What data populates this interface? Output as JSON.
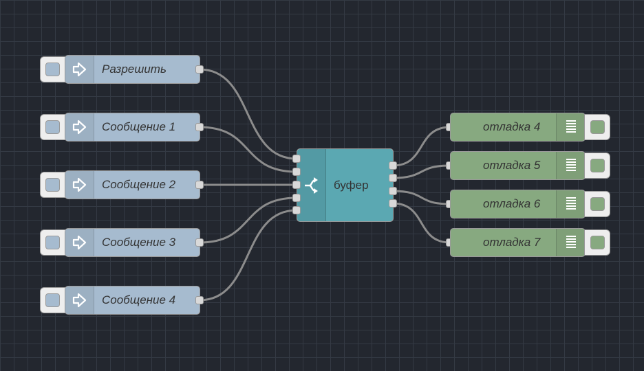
{
  "canvas": {
    "background": "#23272f",
    "grid": "#343a44"
  },
  "nodes": {
    "inject": [
      {
        "label": "Разрешить",
        "icon": "arrow-in-icon"
      },
      {
        "label": "Сообщение 1",
        "icon": "arrow-in-icon"
      },
      {
        "label": "Сообщение 2",
        "icon": "arrow-in-icon"
      },
      {
        "label": "Сообщение 3",
        "icon": "arrow-in-icon"
      },
      {
        "label": "Сообщение 4",
        "icon": "arrow-in-icon"
      }
    ],
    "buffer": {
      "label": "буфер",
      "icon": "split-icon",
      "inputs": 5,
      "outputs": 4
    },
    "debug": [
      {
        "label": "отладка 4",
        "icon": "list-icon"
      },
      {
        "label": "отладка 5",
        "icon": "list-icon"
      },
      {
        "label": "отладка 6",
        "icon": "list-icon"
      },
      {
        "label": "отладка 7",
        "icon": "list-icon"
      }
    ]
  },
  "colors": {
    "inject": "#a6bbcf",
    "buffer": "#5ba8b2",
    "debug": "#87a980",
    "wire": "#8c8c8c"
  }
}
